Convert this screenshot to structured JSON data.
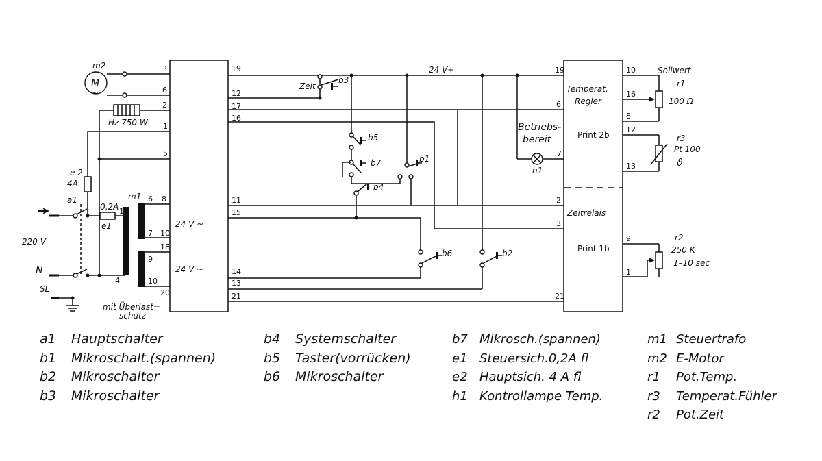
{
  "labels": {
    "m2": "m2",
    "motor_symbol": "M",
    "motor_ac": "~",
    "heater": "Hz  750 W",
    "m1": "m1",
    "e1": "e1",
    "e1_rating": "0,2A",
    "e2": "e 2",
    "e2_rating": "4A",
    "a1": "a1",
    "mains_voltage": "220 V",
    "neutral": "N",
    "earth": "SL",
    "overload_1": "mit Überlast=",
    "overload_2": "schutz",
    "ac_24v_top": "24 V ~",
    "ac_24v_bottom": "24 V ~",
    "zeit": "Zeit",
    "b3": "b3",
    "b5": "b5",
    "b7": "b7",
    "b4": "b4",
    "b1": "b1",
    "b6": "b6",
    "b2": "b2",
    "supply_24v": "24 V+",
    "betrieb_1": "Betriebs-",
    "betrieb_2": "bereit",
    "h1": "h1",
    "regler_1": "Temperat.",
    "regler_2": "Regler",
    "print2b": "Print 2b",
    "zeitrelais": "Zeitrelais",
    "print1b": "Print 1b",
    "sollwert": "Sollwert",
    "r1": "r1",
    "r1_value": "100 Ω",
    "r3": "r3",
    "r3_value": "Pt 100",
    "r3_theta": "ϑ",
    "r2": "r2",
    "r2_value": "250 K",
    "r2_range": "1–10 sec"
  },
  "pins": {
    "left_3": "3",
    "left_6": "6",
    "left_2": "2",
    "left_1": "1",
    "left_5": "5",
    "tr_6": "6",
    "tr_8": "8",
    "tr_1": "1",
    "tr_7": "7",
    "tr_10a": "10",
    "tr_18": "18",
    "tr_9": "9",
    "tr_4": "4",
    "tr_10b": "10",
    "tr_20": "20",
    "right_19": "19",
    "right_12": "12",
    "right_17": "17",
    "right_16": "16",
    "right_11": "11",
    "right_15": "15",
    "right_14": "14",
    "right_13": "13",
    "right_21": "21",
    "reg_19": "19",
    "reg_6": "6",
    "reg_7": "7",
    "reg_2": "2",
    "reg_3": "3",
    "reg_21": "21",
    "p_10": "10",
    "p_16": "16",
    "p_8": "8",
    "p_12": "12",
    "p_13": "13",
    "p_9": "9",
    "p_1": "1"
  },
  "legend": [
    [
      {
        "code": "a1",
        "text": "Hauptschalter"
      },
      {
        "code": "b1",
        "text": "Mikroschalt.(spannen)"
      },
      {
        "code": "b2",
        "text": "Mikroschalter"
      },
      {
        "code": "b3",
        "text": "Mikroschalter"
      }
    ],
    [
      {
        "code": "b4",
        "text": "Systemschalter"
      },
      {
        "code": "b5",
        "text": "Taster(vorrücken)"
      },
      {
        "code": "b6",
        "text": "Mikroschalter"
      }
    ],
    [
      {
        "code": "b7",
        "text": "Mikrosch.(spannen)"
      },
      {
        "code": "e1",
        "text": "Steuersich.0,2A fl"
      },
      {
        "code": "e2",
        "text": "Hauptsich. 4 A fl"
      },
      {
        "code": "h1",
        "text": "Kontrollampe Temp."
      }
    ],
    [
      {
        "code": "m1",
        "text": "Steuertrafo"
      },
      {
        "code": "m2",
        "text": "E-Motor"
      },
      {
        "code": "r1",
        "text": "Pot.Temp."
      },
      {
        "code": "r3",
        "text": "Temperat.Fühler"
      },
      {
        "code": "r2",
        "text": "Pot.Zeit"
      }
    ]
  ]
}
